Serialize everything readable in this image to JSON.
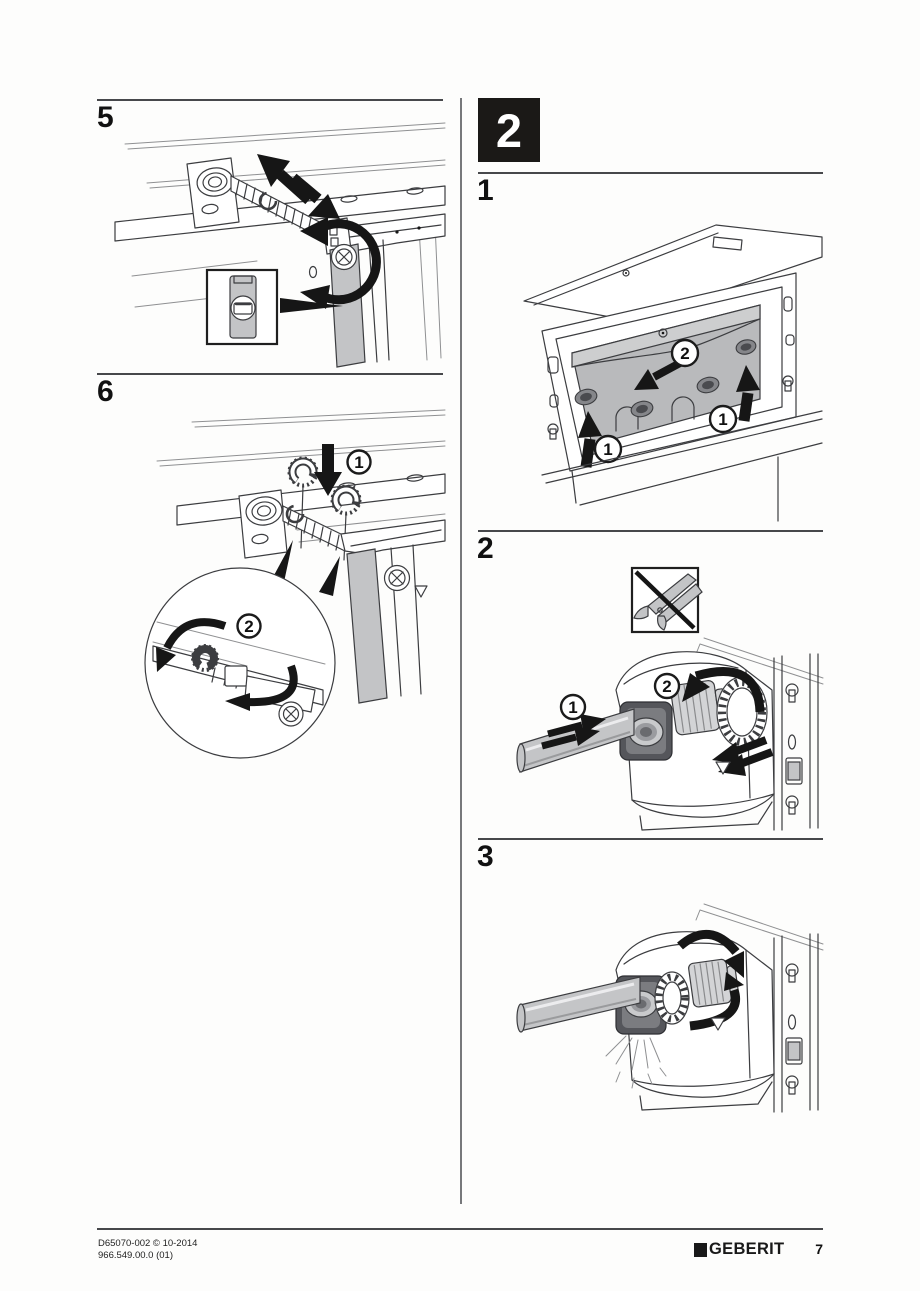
{
  "page": {
    "left_column": {
      "steps": [
        {
          "label": "5"
        },
        {
          "label": "6"
        }
      ]
    },
    "right_column": {
      "section_badge": "2",
      "steps": [
        {
          "label": "1"
        },
        {
          "label": "2"
        },
        {
          "label": "3"
        }
      ]
    },
    "callouts": {
      "step6_clip": "1",
      "step6_turn": "2",
      "step1_left": "1",
      "step1_right": "1",
      "step1_plate": "2",
      "step2_insert": "1",
      "step2_turn": "2"
    },
    "footer": {
      "document_ref": "D65070-002 © 10-2014",
      "article_ref": "966.549.00.0 (01)",
      "brand": "GEBERIT",
      "page_number": "7"
    }
  }
}
